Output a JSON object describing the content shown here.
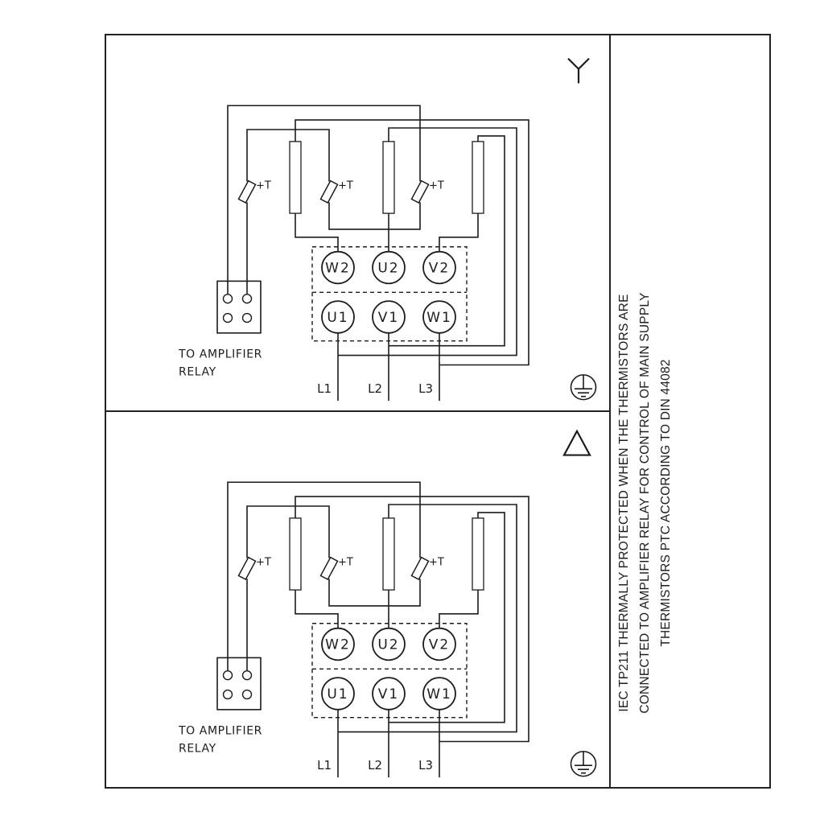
{
  "colors": {
    "line": "#1c1c1c",
    "background": "#ffffff"
  },
  "panels": {
    "top_connection": "star",
    "bottom_connection": "delta"
  },
  "panel": {
    "thermistor_label": "+T",
    "relay_caption": [
      "TO AMPLIFIER",
      "RELAY"
    ],
    "terminals_top": [
      "W2",
      "U2",
      "V2"
    ],
    "terminals_bottom": [
      "U1",
      "V1",
      "W1"
    ],
    "supply": [
      "L1",
      "L2",
      "L3"
    ]
  },
  "sidebar": {
    "lines": [
      "IEC TP211 THERMALLY PROTECTED WHEN THE THERMISTORS ARE",
      "CONNECTED TO AMPLIFIER RELAY FOR CONTROL OF MAIN SUPPLY",
      "THERMISTORS PTC ACCORDING TO DIN 44082"
    ]
  }
}
